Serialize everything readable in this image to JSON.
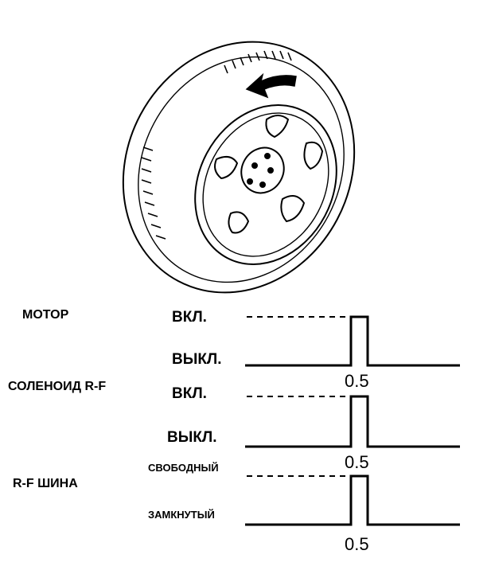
{
  "illustration": {
    "name": "wheel-with-tire-rotation-arrow"
  },
  "rows": [
    {
      "name": "МОТОР",
      "on_label": "ВКЛ.",
      "off_label": "ВЫКЛ.",
      "pulse_label": "0.5"
    },
    {
      "name": "СОЛЕНОИД R-F",
      "on_label": "ВКЛ.",
      "off_label": "ВЫКЛ.",
      "pulse_label": "0.5"
    },
    {
      "name": "R-F ШИНА",
      "on_label": "СВОБОДНЫЙ",
      "off_label": "ЗАМКНУТЫЙ",
      "pulse_label": "0.5"
    }
  ]
}
